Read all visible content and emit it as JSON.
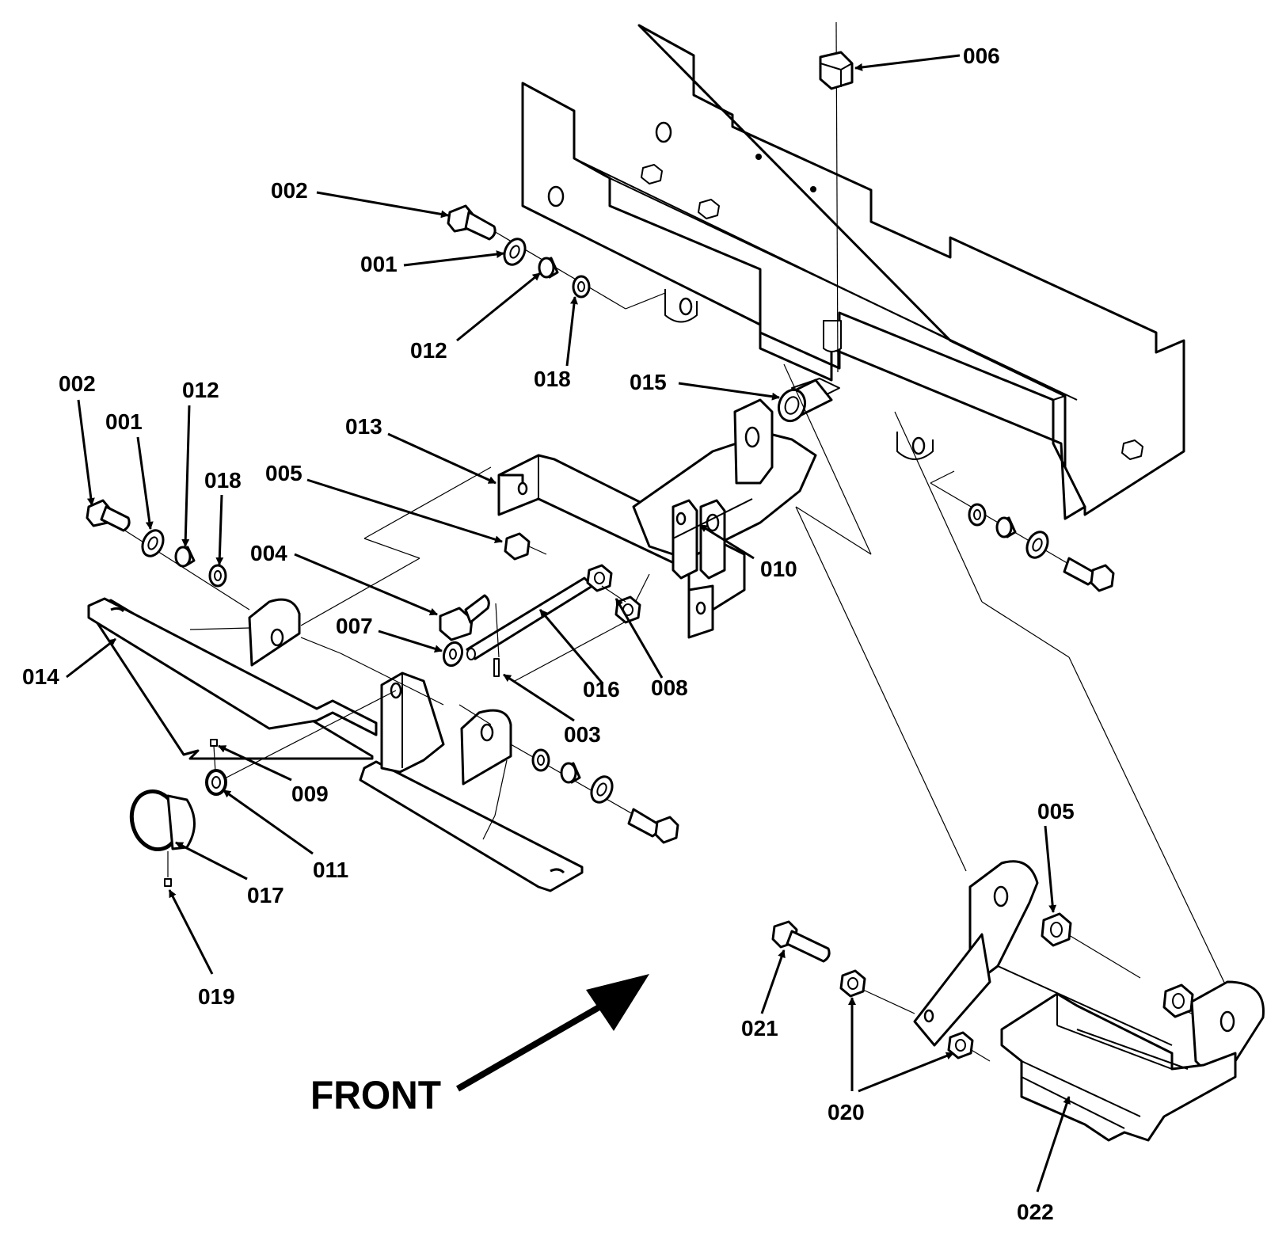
{
  "callouts": [
    {
      "id": "c006",
      "label": "006"
    },
    {
      "id": "c002a",
      "label": "002"
    },
    {
      "id": "c001a",
      "label": "001"
    },
    {
      "id": "c012a",
      "label": "012"
    },
    {
      "id": "c018a",
      "label": "018"
    },
    {
      "id": "c015",
      "label": "015"
    },
    {
      "id": "c002b",
      "label": "002"
    },
    {
      "id": "c001b",
      "label": "001"
    },
    {
      "id": "c012b",
      "label": "012"
    },
    {
      "id": "c018b",
      "label": "018"
    },
    {
      "id": "c013",
      "label": "013"
    },
    {
      "id": "c005a",
      "label": "005"
    },
    {
      "id": "c004",
      "label": "004"
    },
    {
      "id": "c010",
      "label": "010"
    },
    {
      "id": "c007",
      "label": "007"
    },
    {
      "id": "c014",
      "label": "014"
    },
    {
      "id": "c016",
      "label": "016"
    },
    {
      "id": "c008",
      "label": "008"
    },
    {
      "id": "c003",
      "label": "003"
    },
    {
      "id": "c009",
      "label": "009"
    },
    {
      "id": "c011",
      "label": "011"
    },
    {
      "id": "c017",
      "label": "017"
    },
    {
      "id": "c019",
      "label": "019"
    },
    {
      "id": "c005b",
      "label": "005"
    },
    {
      "id": "c021",
      "label": "021"
    },
    {
      "id": "c020",
      "label": "020"
    },
    {
      "id": "c022",
      "label": "022"
    }
  ],
  "front_label": "FRONT"
}
